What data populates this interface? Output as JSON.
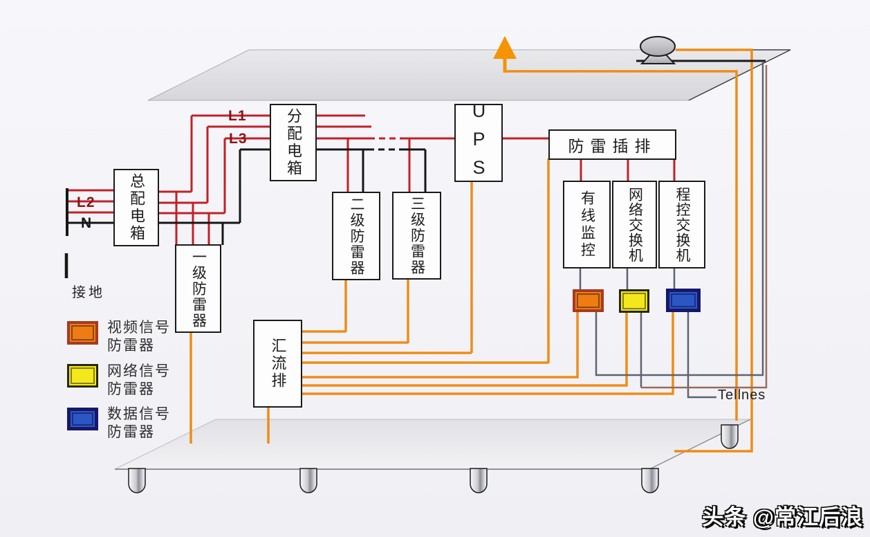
{
  "boxes": {
    "main_distribution": {
      "label": "总配电箱"
    },
    "sub_distribution": {
      "label": "分配电箱"
    },
    "ups": {
      "label": "UPS"
    },
    "surge_strip": {
      "label": "防雷插排"
    },
    "arrester_level1": {
      "label": "一级防雷器"
    },
    "arrester_level2": {
      "label": "二级防雷器"
    },
    "arrester_level3": {
      "label": "三级防雷器"
    },
    "busbar": {
      "label": "汇流排"
    },
    "cctv_monitor": {
      "label": "有线监控"
    },
    "network_switch": {
      "label": "网络交换机"
    },
    "pbx_switch": {
      "label": "程控交换机"
    }
  },
  "wire_labels": {
    "phase_l1": "L1",
    "phase_l2": "L2",
    "phase_l3": "L3",
    "neutral": "N",
    "earth": "接地",
    "tel_lines": "Tellnes"
  },
  "legend": {
    "items": [
      {
        "name": "video-signal-arrester",
        "swatch_color": "#ef7c12",
        "line1": "视频信号",
        "line2": "防雷器"
      },
      {
        "name": "network-signal-arrester",
        "swatch_color": "#f4e71c",
        "line1": "网络信号",
        "line2": "防雷器"
      },
      {
        "name": "data-signal-arrester",
        "swatch_color": "#2b57c4",
        "line1": "数据信号",
        "line2": "防雷器"
      }
    ]
  },
  "watermark": "头条 @常江后浪",
  "colors": {
    "live_wire": "#c22026",
    "neutral_wire": "#161616",
    "ground_wire": "#ef8c15",
    "signal_wire": "#5c6370",
    "telephone_wire": "#9a6a5e",
    "arrow": "#f59300"
  }
}
